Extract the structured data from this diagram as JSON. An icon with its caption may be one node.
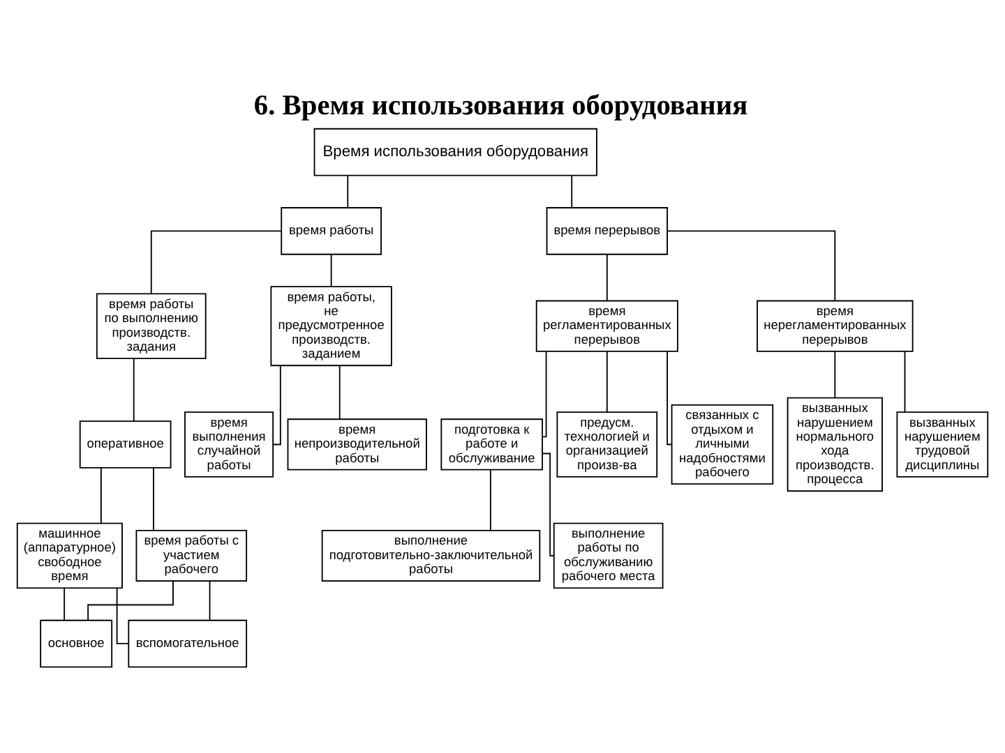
{
  "diagram": {
    "title": "6. Время использования оборудования",
    "nodes": [
      {
        "text": [
          "Время использования оборудования"
        ]
      },
      {
        "text": [
          "время работы"
        ]
      },
      {
        "text": [
          "время перерывов"
        ]
      },
      {
        "text": [
          "время работы по выполнению производств. задания"
        ]
      },
      {
        "text": [
          "время работы, не предусмотренное производств. заданием"
        ]
      },
      {
        "text": [
          "оперативное"
        ]
      },
      {
        "text": [
          "время выполнения случайной работы"
        ]
      },
      {
        "text": [
          "время непроизводительной работы"
        ]
      },
      {
        "text": [
          "время регламентированных перерывов"
        ]
      },
      {
        "text": [
          "время нерегламентированных перерывов"
        ]
      },
      {
        "text": [
          "подготовка к работе и обслуживание"
        ]
      },
      {
        "text": [
          "предусм. технологией и организацией произв-ва"
        ]
      },
      {
        "text": [
          "связанных с отдыхом и личными надобностями рабочего"
        ]
      },
      {
        "text": [
          "вызванных нарушением нормального хода производств. процесса"
        ]
      },
      {
        "text": [
          "вызванных нарушением трудовой дисциплины"
        ]
      },
      {
        "text": [
          "машинное (аппаратурное) свободное время"
        ]
      },
      {
        "text": [
          "время работы с участием рабочего"
        ]
      },
      {
        "text": [
          "основное"
        ]
      },
      {
        "text": [
          "вспомогательное"
        ]
      },
      {
        "text": [
          "выполнение подготовительно-заключительной работы"
        ]
      },
      {
        "text": [
          "выполнение работы по обслуживанию рабочего места"
        ]
      }
    ],
    "edges": [
      {
        "from": 0,
        "to": 1,
        "arrow": "none"
      },
      {
        "from": 0,
        "to": 2,
        "arrow": "none"
      },
      {
        "from": 1,
        "to": 3,
        "arrow": "none"
      },
      {
        "from": 1,
        "to": 4,
        "arrow": "none"
      },
      {
        "from": 3,
        "to": 5,
        "arrow": "none"
      },
      {
        "from": 4,
        "to": 6,
        "arrow": "none"
      },
      {
        "from": 4,
        "to": 7,
        "arrow": "none"
      },
      {
        "from": 2,
        "to": 8,
        "arrow": "none"
      },
      {
        "from": 2,
        "to": 9,
        "arrow": "none"
      },
      {
        "from": 8,
        "to": 10,
        "arrow": "none"
      },
      {
        "from": 8,
        "to": 11,
        "arrow": "none"
      },
      {
        "from": 8,
        "to": 12,
        "arrow": "none"
      },
      {
        "from": 9,
        "to": 13,
        "arrow": "none"
      },
      {
        "from": 9,
        "to": 14,
        "arrow": "none"
      },
      {
        "from": 5,
        "to": 15,
        "arrow": "none"
      },
      {
        "from": 5,
        "to": 16,
        "arrow": "none"
      },
      {
        "from": 15,
        "to": 17,
        "arrow": "none"
      },
      {
        "from": 15,
        "to": 18,
        "arrow": "none"
      },
      {
        "from": 16,
        "to": 17,
        "arrow": "none"
      },
      {
        "from": 16,
        "to": 18,
        "arrow": "none"
      },
      {
        "from": 10,
        "to": 19,
        "arrow": "none"
      },
      {
        "from": 10,
        "to": 20,
        "arrow": "none"
      }
    ]
  }
}
